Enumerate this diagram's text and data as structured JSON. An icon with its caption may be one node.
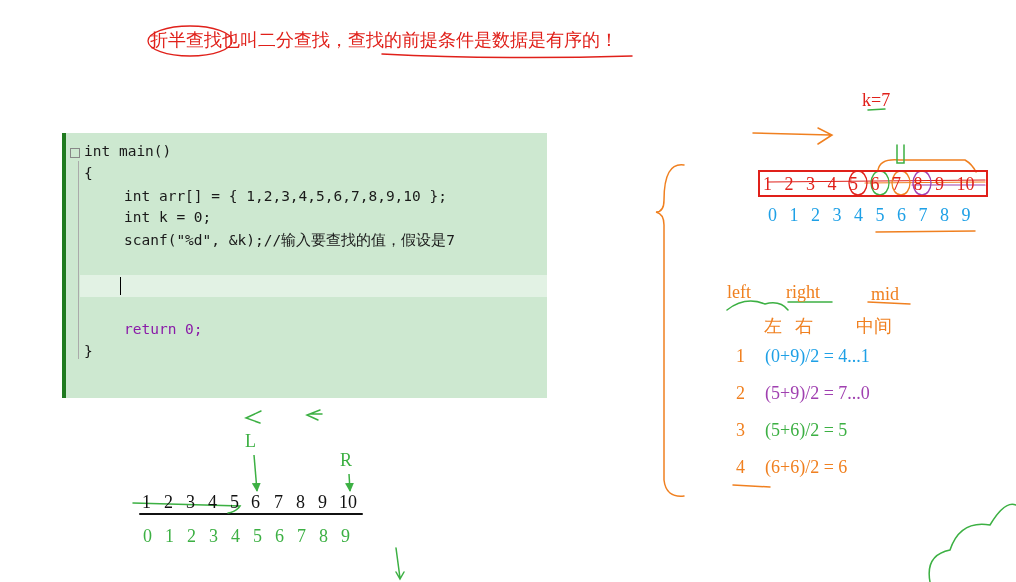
{
  "diagram": {
    "title": "折半查找也叫二分查找，查找的前提条件是数据是有序的！",
    "nodes": [
      {
        "text": [
          "int main()",
          "{",
          "int arr[] = { 1,2,3,4,5,6,7,8,9,10 };",
          "int k = 0;",
          "scanf(\"%d\", &k);//输入要查找的值，假设是7",
          "return 0;",
          "}"
        ]
      },
      {
        "text": [
          "1",
          "2",
          "3",
          "4",
          "5",
          "6",
          "7",
          "8",
          "9",
          "10"
        ]
      },
      {
        "text": [
          "L"
        ]
      },
      {
        "text": [
          "R"
        ]
      },
      {
        "text": [
          "6"
        ]
      },
      {
        "text": [
          "10"
        ]
      }
    ],
    "edges": [
      {
        "from": 2,
        "to": 4,
        "arrow": "to"
      },
      {
        "from": 3,
        "to": 5,
        "arrow": "to"
      }
    ],
    "labels": [
      "k=7",
      "0",
      "1",
      "2",
      "3",
      "4",
      "5",
      "6",
      "7",
      "8",
      "9",
      "1",
      "2",
      "3",
      "4",
      "5",
      "7",
      "8",
      "9",
      "0",
      "1",
      "2",
      "3",
      "4",
      "5",
      "6",
      "7",
      "8",
      "9",
      "left",
      "right",
      "mid",
      "左",
      "右",
      "中间",
      "1",
      "(0+9)/2 = 4...1",
      "2",
      "(5+9)/2 = 7...0",
      "3",
      "(5+6)/2 = 5",
      "4",
      "(6+6)/2 = 6"
    ]
  }
}
